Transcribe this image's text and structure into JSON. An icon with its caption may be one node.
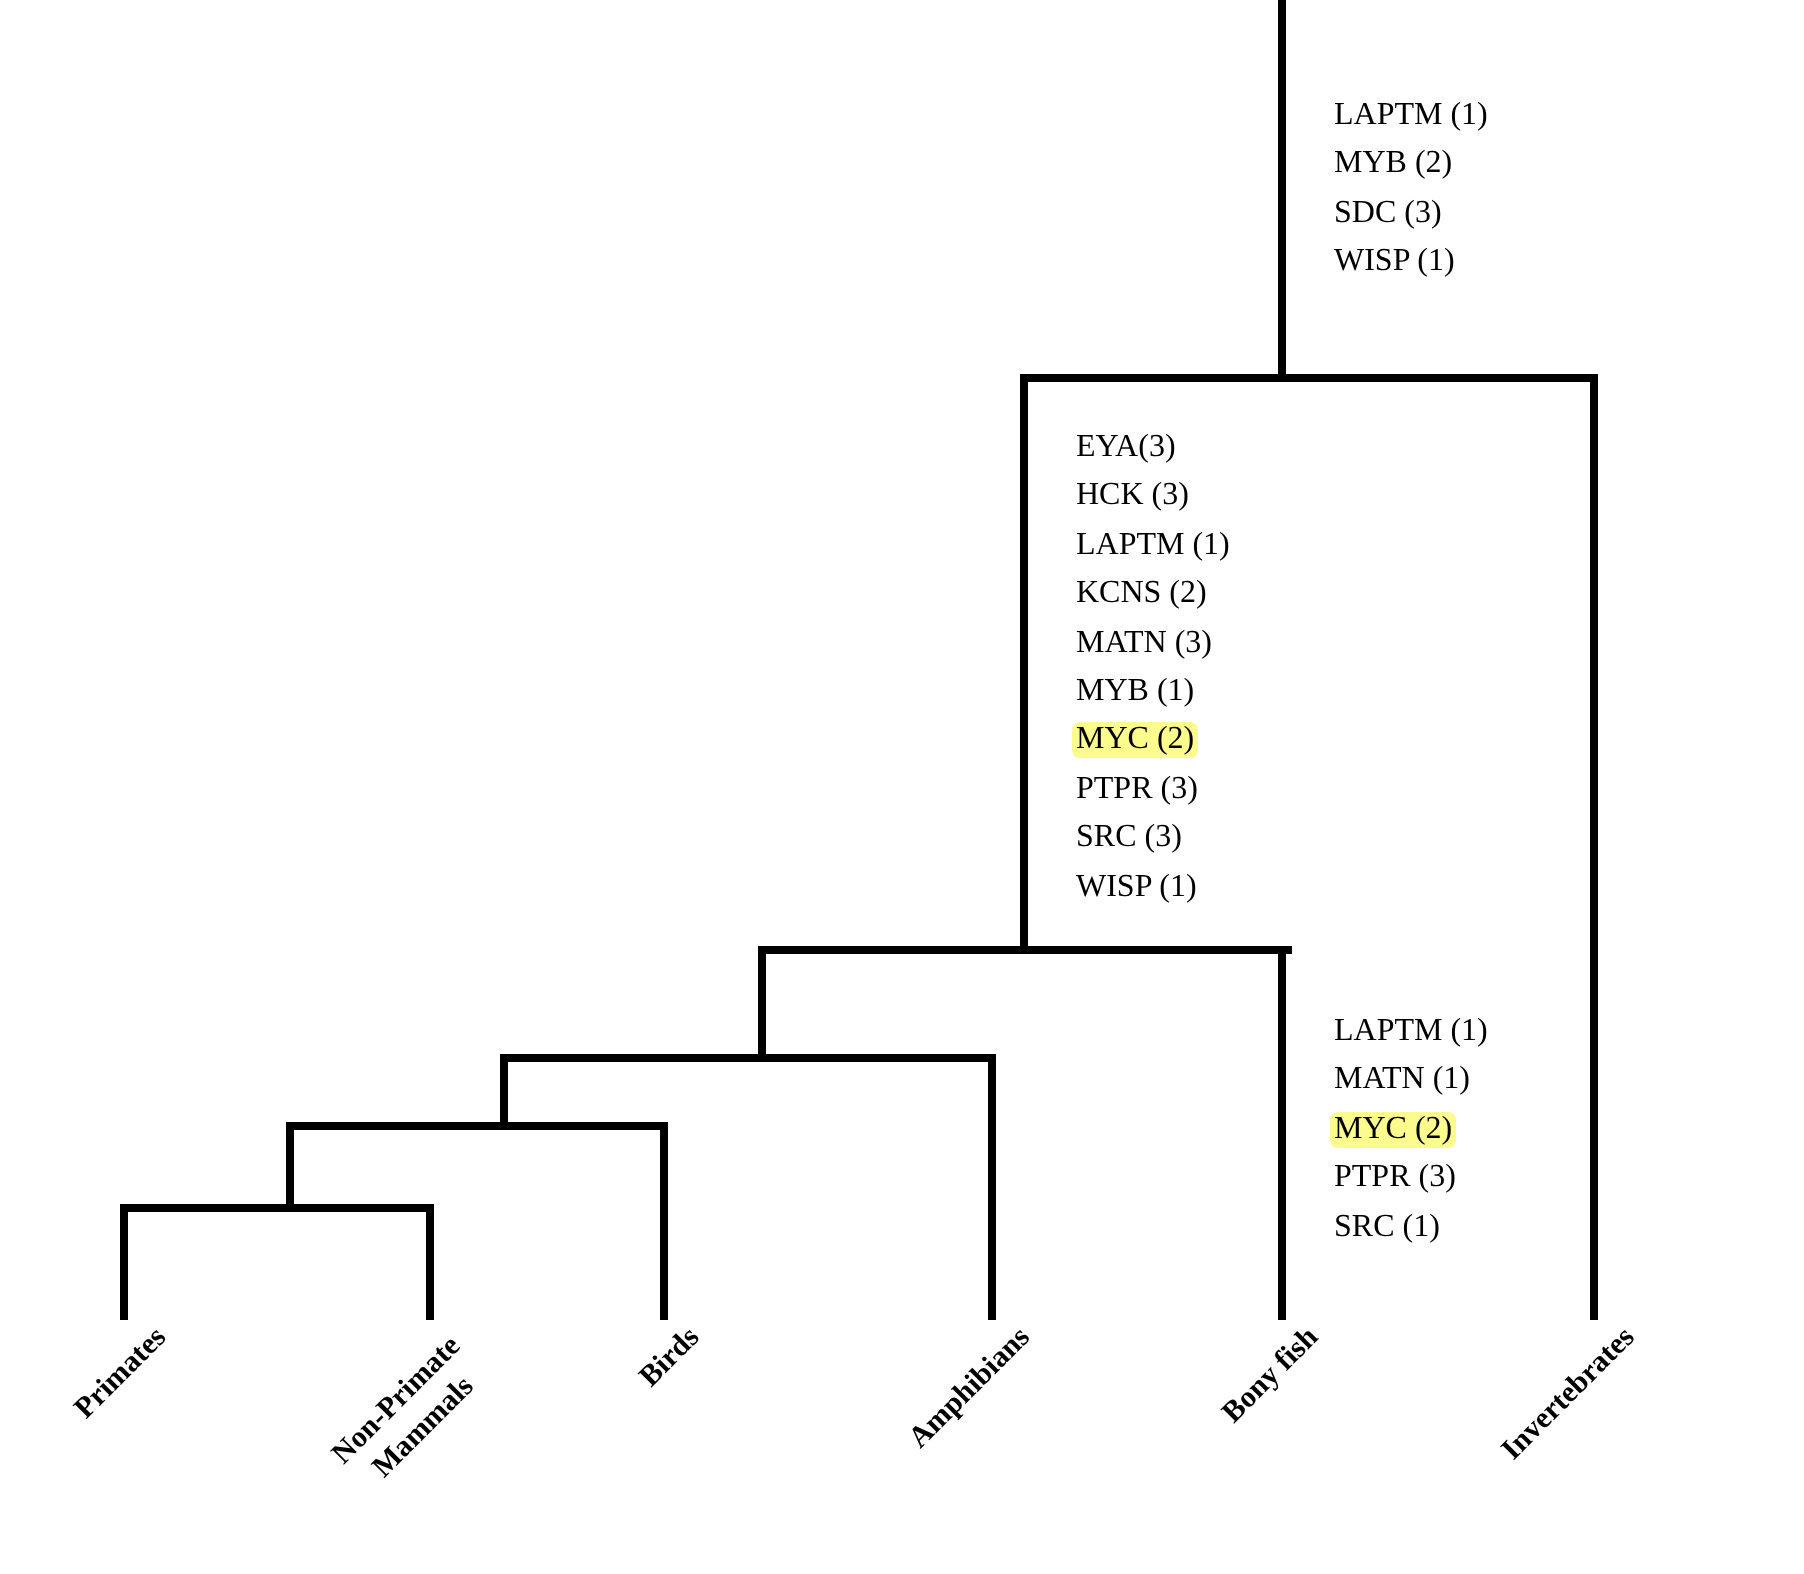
{
  "diagram": {
    "nodes": [
      {
        "text": [],
        "shape": "bar",
        "beside": [
          "LAPTM (1)",
          "MYB (2)",
          "SDC (3)",
          "WISP (1)"
        ]
      },
      {
        "text": [],
        "shape": "bar",
        "beside": [
          "EYA(3)",
          "HCK (3)",
          "LAPTM (1)",
          "KCNS (2)",
          "MATN (3)",
          "MYB (1)",
          "MYC (2)",
          "PTPR (3)",
          "SRC (3)",
          "WISP (1)"
        ]
      },
      {
        "text": [],
        "shape": "bar"
      },
      {
        "text": [],
        "shape": "bar"
      },
      {
        "text": [],
        "shape": "bar"
      },
      {
        "text": [
          "Primates"
        ]
      },
      {
        "text": [
          "Non-Primate Mammals"
        ]
      },
      {
        "text": [
          "Birds"
        ]
      },
      {
        "text": [
          "Amphibians"
        ]
      },
      {
        "text": [
          "Bony fish"
        ],
        "beside": [
          "LAPTM (1)",
          "MATN (1)",
          "MYC (2)",
          "PTPR (3)",
          "SRC (1)"
        ]
      },
      {
        "text": [
          "Invertebrates"
        ]
      }
    ],
    "edges": [
      {
        "from": null,
        "to": 0,
        "arrow": "none"
      },
      {
        "from": 0,
        "to": 1,
        "arrow": "none"
      },
      {
        "from": 0,
        "to": 10,
        "arrow": "none"
      },
      {
        "from": 1,
        "to": 2,
        "arrow": "none"
      },
      {
        "from": 1,
        "to": 9,
        "arrow": "none"
      },
      {
        "from": 2,
        "to": 3,
        "arrow": "none"
      },
      {
        "from": 2,
        "to": 8,
        "arrow": "none"
      },
      {
        "from": 3,
        "to": 4,
        "arrow": "none"
      },
      {
        "from": 3,
        "to": 7,
        "arrow": "none"
      },
      {
        "from": 4,
        "to": 5,
        "arrow": "none"
      },
      {
        "from": 4,
        "to": 6,
        "arrow": "none"
      }
    ]
  }
}
